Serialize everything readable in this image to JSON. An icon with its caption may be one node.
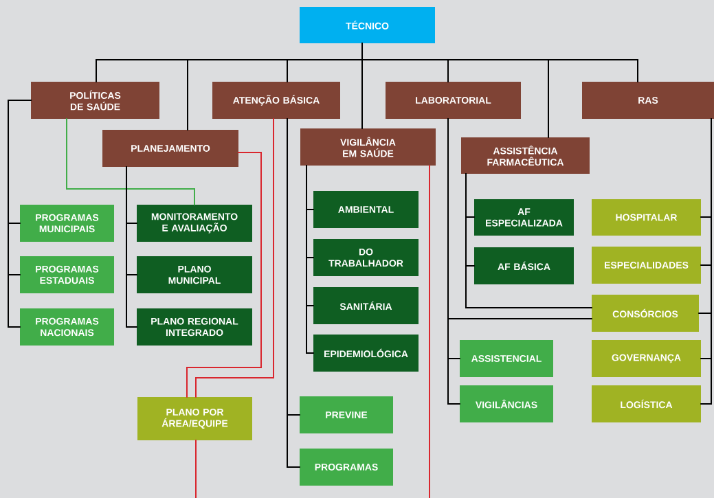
{
  "diagram": {
    "nodes": [
      {
        "text": [
          "TÉCNICO"
        ]
      },
      {
        "text": [
          "POLÍTICAS DE SAÚDE"
        ]
      },
      {
        "text": [
          "ATENÇÃO BÁSICA"
        ]
      },
      {
        "text": [
          "LABORATORIAL"
        ]
      },
      {
        "text": [
          "RAS"
        ]
      },
      {
        "text": [
          "PLANEJAMENTO"
        ]
      },
      {
        "text": [
          "VIGILÂNCIA EM SAÚDE"
        ]
      },
      {
        "text": [
          "ASSISTÊNCIA FARMACÊUTICA"
        ]
      },
      {
        "text": [
          "PROGRAMAS MUNICIPAIS"
        ]
      },
      {
        "text": [
          "PROGRAMAS ESTADUAIS"
        ]
      },
      {
        "text": [
          "PROGRAMAS NACIONAIS"
        ]
      },
      {
        "text": [
          "MONITORAMENTO E AVALIAÇÃO"
        ]
      },
      {
        "text": [
          "PLANO MUNICIPAL"
        ]
      },
      {
        "text": [
          "PLANO REGIONAL INTEGRADO"
        ]
      },
      {
        "text": [
          "AMBIENTAL"
        ]
      },
      {
        "text": [
          "DO TRABALHADOR"
        ]
      },
      {
        "text": [
          "SANITÁRIA"
        ]
      },
      {
        "text": [
          "EPIDEMIOLÓGICA"
        ]
      },
      {
        "text": [
          "AF ESPECIALIZADA"
        ]
      },
      {
        "text": [
          "AF BÁSICA"
        ]
      },
      {
        "text": [
          "HOSPITALAR"
        ]
      },
      {
        "text": [
          "ESPECIALIDADES"
        ]
      },
      {
        "text": [
          "CONSÓRCIOS"
        ]
      },
      {
        "text": [
          "ASSISTENCIAL"
        ]
      },
      {
        "text": [
          "VIGILÂNCIAS"
        ]
      },
      {
        "text": [
          "GOVERNANÇA"
        ]
      },
      {
        "text": [
          "LOGÍSTICA"
        ]
      },
      {
        "text": [
          "PLANO POR ÁREA/EQUIPE"
        ]
      },
      {
        "text": [
          "PREVINE"
        ]
      },
      {
        "text": [
          "PROGRAMAS"
        ]
      }
    ],
    "edges": [
      {
        "from": 0,
        "to": 1,
        "arrow": "none"
      },
      {
        "from": 0,
        "to": 5,
        "arrow": "none"
      },
      {
        "from": 0,
        "to": 2,
        "arrow": "none"
      },
      {
        "from": 0,
        "to": 6,
        "arrow": "none"
      },
      {
        "from": 0,
        "to": 3,
        "arrow": "none"
      },
      {
        "from": 0,
        "to": 7,
        "arrow": "none"
      },
      {
        "from": 0,
        "to": 4,
        "arrow": "none"
      },
      {
        "from": 1,
        "to": 8,
        "arrow": "none"
      },
      {
        "from": 1,
        "to": 9,
        "arrow": "none"
      },
      {
        "from": 1,
        "to": 10,
        "arrow": "none"
      },
      {
        "from": 1,
        "to": 11,
        "arrow": "none",
        "color": "#41ad49"
      },
      {
        "from": 5,
        "to": 11,
        "arrow": "none"
      },
      {
        "from": 5,
        "to": 12,
        "arrow": "none"
      },
      {
        "from": 5,
        "to": 13,
        "arrow": "none"
      },
      {
        "from": 5,
        "to": 27,
        "arrow": "none",
        "color": "#d9262e"
      },
      {
        "from": 2,
        "to": 27,
        "arrow": "none",
        "color": "#d9262e"
      },
      {
        "from": 27,
        "to": null,
        "arrow": "none",
        "color": "#d9262e"
      },
      {
        "from": 6,
        "to": null,
        "arrow": "none",
        "color": "#d9262e"
      },
      {
        "from": 2,
        "to": 28,
        "arrow": "none"
      },
      {
        "from": 2,
        "to": 29,
        "arrow": "none"
      },
      {
        "from": 6,
        "to": 14,
        "arrow": "none"
      },
      {
        "from": 6,
        "to": 15,
        "arrow": "none"
      },
      {
        "from": 6,
        "to": 16,
        "arrow": "none"
      },
      {
        "from": 6,
        "to": 17,
        "arrow": "none"
      },
      {
        "from": 3,
        "to": 22,
        "arrow": "none"
      },
      {
        "from": 3,
        "to": 23,
        "arrow": "none"
      },
      {
        "from": 3,
        "to": 24,
        "arrow": "none"
      },
      {
        "from": 7,
        "to": 18,
        "arrow": "none"
      },
      {
        "from": 7,
        "to": 19,
        "arrow": "none"
      },
      {
        "from": 7,
        "to": 22,
        "arrow": "none"
      },
      {
        "from": 4,
        "to": 20,
        "arrow": "none"
      },
      {
        "from": 4,
        "to": 21,
        "arrow": "none"
      },
      {
        "from": 4,
        "to": 22,
        "arrow": "none"
      },
      {
        "from": 4,
        "to": 25,
        "arrow": "none"
      },
      {
        "from": 4,
        "to": 26,
        "arrow": "none"
      }
    ]
  }
}
